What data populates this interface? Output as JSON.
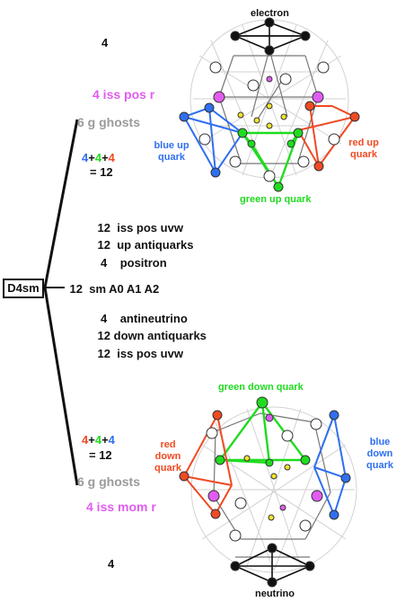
{
  "top": {
    "count_top": "4",
    "iss_pos_r": "4 iss pos r",
    "ghosts": "6 g ghosts",
    "sum": {
      "a": "4",
      "plus1": "+",
      "b": "4",
      "plus2": "+",
      "c": "4",
      "eq": "= 12"
    },
    "labels": {
      "electron": "electron",
      "blue_up": "blue up quark",
      "red_up": "red up quark",
      "green_up": "green up quark"
    }
  },
  "middle": {
    "box": "D4sm",
    "rows": [
      {
        "num": "12",
        "text": "iss pos uvw"
      },
      {
        "num": "12",
        "text": "up antiquarks"
      },
      {
        "num": "4",
        "text": "positron"
      },
      {
        "num": "12",
        "text": "sm A0 A1 A2"
      },
      {
        "num": "4",
        "text": "antineutrino"
      },
      {
        "num": "12",
        "text": "down antiquarks"
      },
      {
        "num": "12",
        "text": "iss pos uvw"
      }
    ]
  },
  "bottom": {
    "sum": {
      "a": "4",
      "plus1": "+",
      "b": "4",
      "plus2": "+",
      "c": "4",
      "eq": "= 12"
    },
    "ghosts": "6 g ghosts",
    "iss_mom_r": "4 iss mom r",
    "count_bottom": "4",
    "labels": {
      "green_down": "green down quark",
      "red_down": "red down quark",
      "blue_down": "blue down quark",
      "neutrino": "neutrino"
    }
  },
  "colors": {
    "blue": "#2f6ff0",
    "red": "#f04a23",
    "green": "#1fdc1f",
    "magenta": "#e15cf0",
    "grey": "#9a9a9a"
  }
}
